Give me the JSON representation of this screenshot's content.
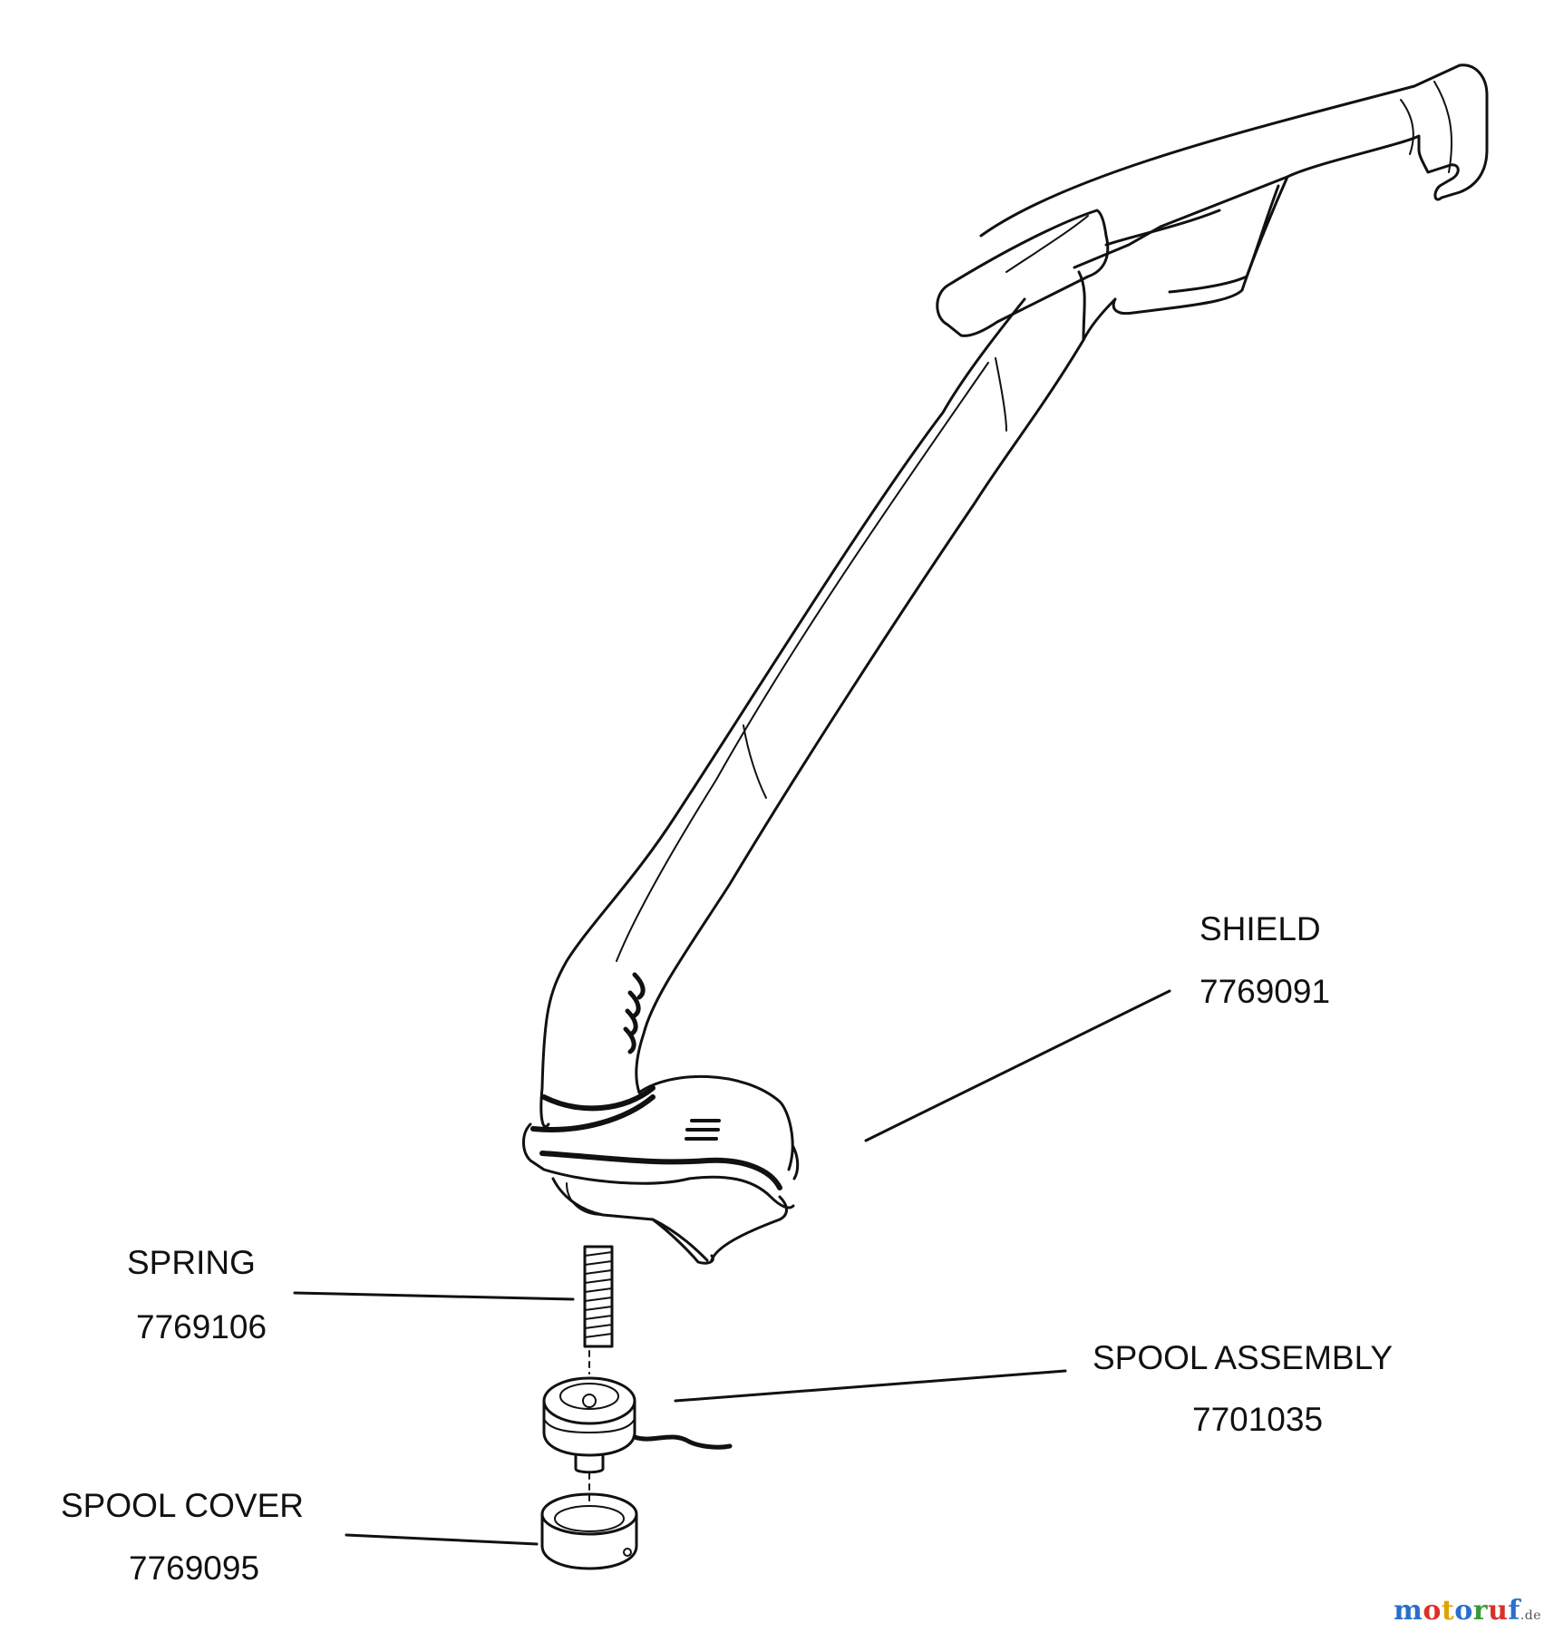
{
  "parts": [
    {
      "name": "SHIELD",
      "number": "7769091"
    },
    {
      "name": "SPRING",
      "number": "7769106"
    },
    {
      "name": "SPOOL ASSEMBLY",
      "number": "7701035"
    },
    {
      "name": "SPOOL COVER",
      "number": "7769095"
    }
  ],
  "watermark": {
    "letters": [
      "m",
      "o",
      "t",
      "o",
      "r",
      "u",
      "f"
    ],
    "colors": [
      "#2a6fc9",
      "#d9312a",
      "#e0a300",
      "#2a6fc9",
      "#3a9a3a",
      "#d9312a",
      "#2a6fc9"
    ],
    "suffix": ".de"
  }
}
